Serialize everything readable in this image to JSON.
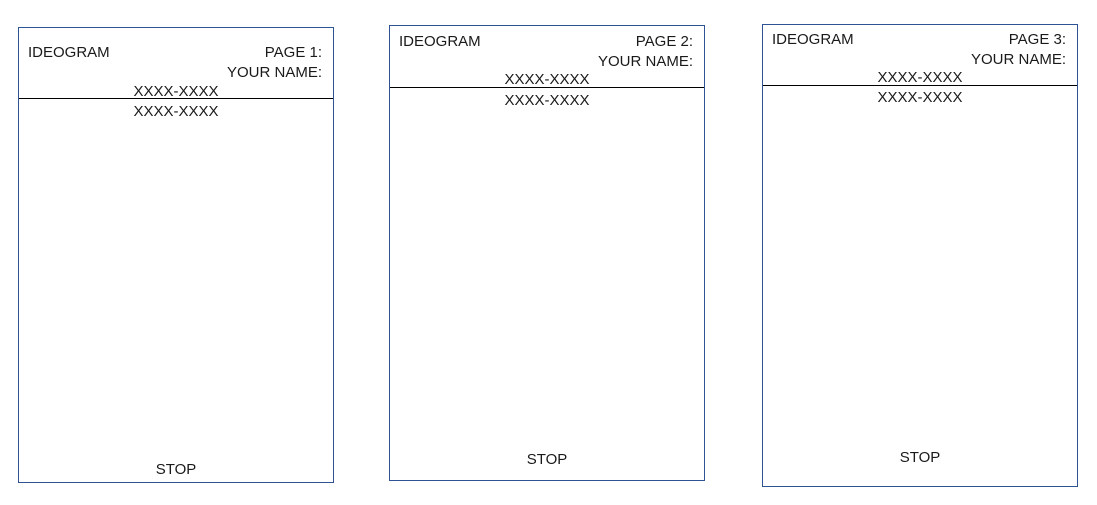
{
  "style": {
    "background_color": "#ffffff",
    "panel_border_color": "#2F5496",
    "divider_color": "#000000",
    "text_color": "#1a1a1a"
  },
  "panels": [
    {
      "title": "IDEOGRAM",
      "page_label": "PAGE 1:",
      "name_label": "YOUR NAME:",
      "code_top": "XXXX-XXXX",
      "code_bottom": "XXXX-XXXX",
      "stop_label": "STOP"
    },
    {
      "title": "IDEOGRAM",
      "page_label": "PAGE 2:",
      "name_label": "YOUR NAME:",
      "code_top": "XXXX-XXXX",
      "code_bottom": "XXXX-XXXX",
      "stop_label": "STOP"
    },
    {
      "title": "IDEOGRAM",
      "page_label": "PAGE 3:",
      "name_label": "YOUR NAME:",
      "code_top": "XXXX-XXXX",
      "code_bottom": "XXXX-XXXX",
      "stop_label": "STOP"
    }
  ]
}
